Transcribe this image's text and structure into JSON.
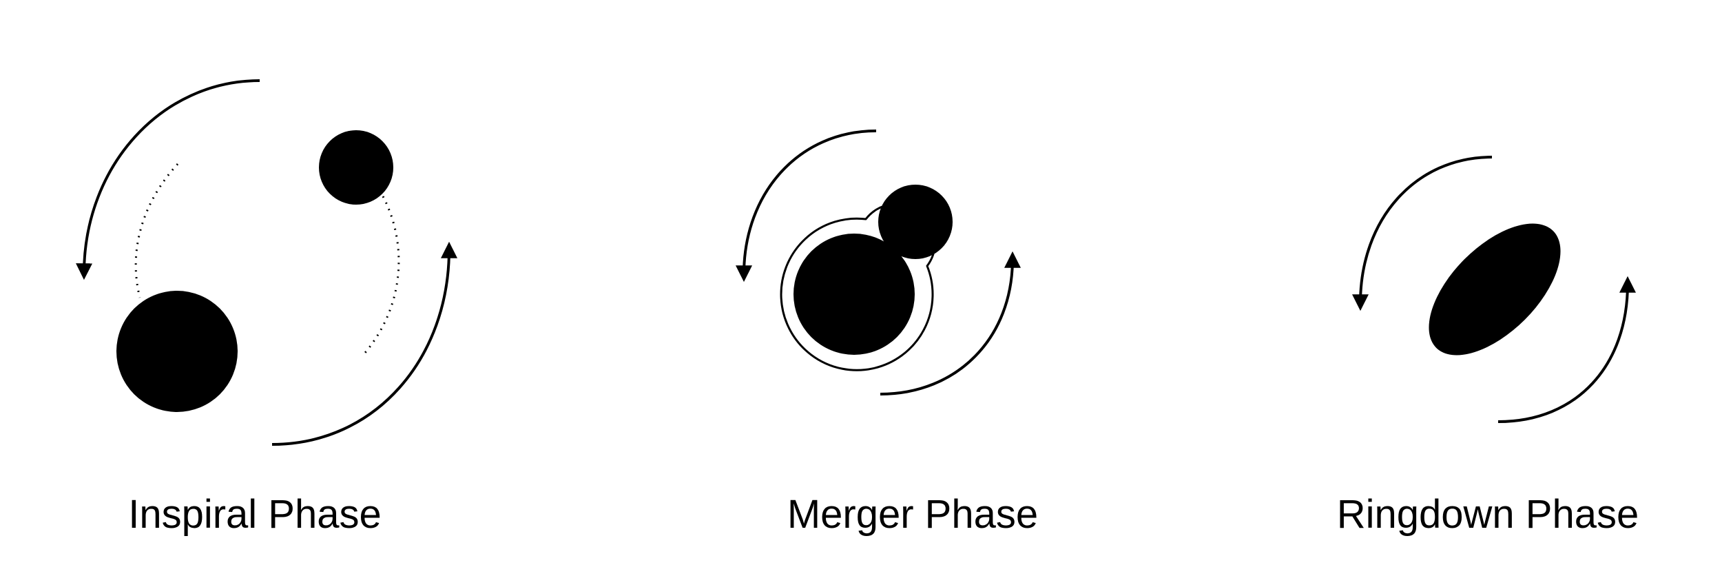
{
  "phases": [
    {
      "id": "inspiral",
      "label": "Inspiral Phase"
    },
    {
      "id": "merger",
      "label": "Merger Phase"
    },
    {
      "id": "ringdown",
      "label": "Ringdown Phase"
    }
  ],
  "colors": {
    "ink": "#000000",
    "background": "#ffffff"
  }
}
